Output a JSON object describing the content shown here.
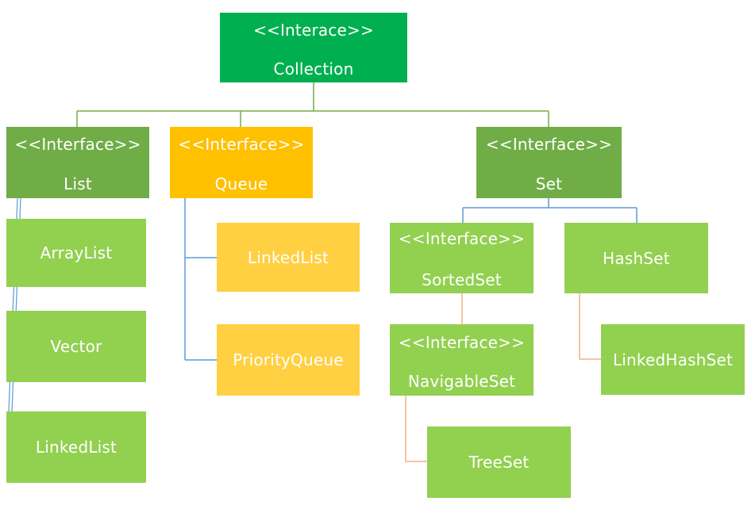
{
  "colors": {
    "root_green": "#00b050",
    "interface_green": "#70ad47",
    "class_green": "#92d050",
    "queue_gold": "#ffc000",
    "queue_class_gold": "#ffd042",
    "connector_green": "#70ad47",
    "connector_blue": "#5b9bd5",
    "connector_orange": "#f4b183",
    "text": "#ffffff"
  },
  "nodes": {
    "collection": {
      "stereotype": "<<Interace>>",
      "name": "Collection"
    },
    "list": {
      "stereotype": "<<Interface>>",
      "name": "List"
    },
    "queue": {
      "stereotype": "<<Interface>>",
      "name": "Queue"
    },
    "set": {
      "stereotype": "<<Interface>>",
      "name": "Set"
    },
    "arraylist": {
      "name": "ArrayList"
    },
    "vector": {
      "name": "Vector"
    },
    "linkedlist_list": {
      "name": "LinkedList"
    },
    "linkedlist_queue": {
      "name": "LinkedList"
    },
    "priorityqueue": {
      "name": "PriorityQueue"
    },
    "sortedset": {
      "stereotype": "<<Interface>>",
      "name": "SortedSet"
    },
    "hashset": {
      "name": "HashSet"
    },
    "navigableset": {
      "stereotype": "<<Interface>>",
      "name": "NavigableSet"
    },
    "linkedhashset": {
      "name": "LinkedHashSet"
    },
    "treeset": {
      "name": "TreeSet"
    }
  }
}
